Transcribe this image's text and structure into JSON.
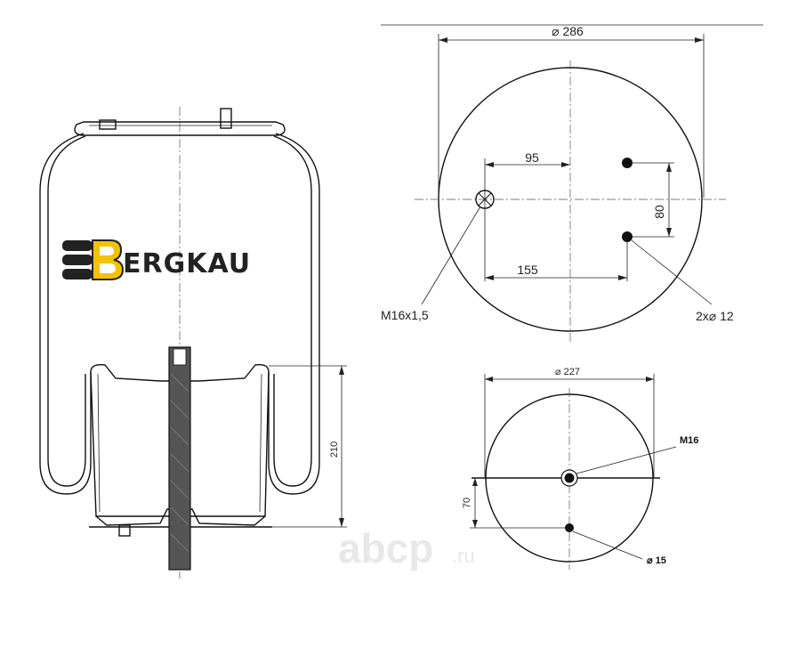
{
  "top_view": {
    "diameter_label": "⌀ 286",
    "dim_95": "95",
    "dim_80": "80",
    "dim_155": "155",
    "thread_label": "M16x1,5",
    "holes_label": "2x⌀ 12"
  },
  "bottom_view": {
    "diameter_label": "⌀ 227",
    "thread_label": "M16",
    "dim_70": "70",
    "hole_label": "⌀ 15"
  },
  "side_view": {
    "height_label": "210"
  },
  "brand": {
    "name": "ERGKAU",
    "accent_color": "#f2c200"
  },
  "watermark": {
    "text": "abcp",
    "suffix": ".ru"
  }
}
